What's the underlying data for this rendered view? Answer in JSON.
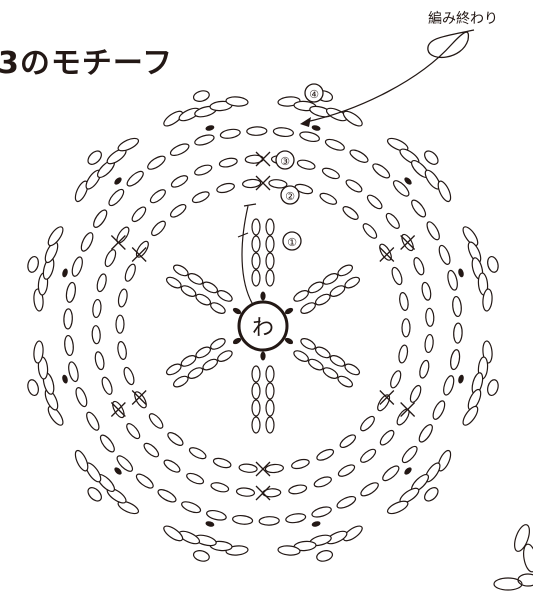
{
  "title": "3のモチーフ",
  "end_label": "編み終わり",
  "center_label": "わ",
  "round_labels": [
    "①",
    "②",
    "③",
    "④"
  ],
  "stitch_color": "#231815"
}
